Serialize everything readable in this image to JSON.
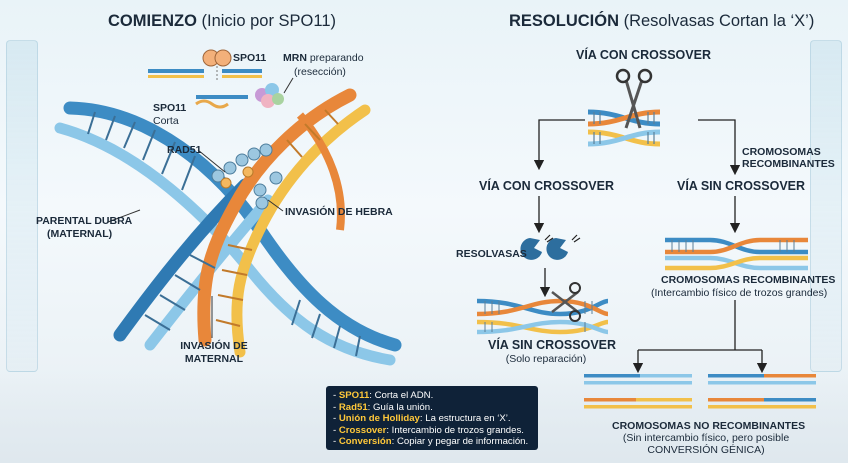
{
  "left_title": {
    "bold": "COMIENZO",
    "rest": " (Inicio por SPO11)"
  },
  "right_title": {
    "bold": "RESOLUCIÓN",
    "rest": " (Resolvasas Cortan la ‘X’)"
  },
  "left_labels": {
    "spo11": "SPO11",
    "mrn": "MRN preparando",
    "mrn_sub": "(resección)",
    "spo11_corta_1": "SPO11",
    "spo11_corta_2": "Corta",
    "rad51": "RAD51",
    "invasion_hebra": "INVASIÓN DE HEBRA",
    "parental_1": "PARENTAL DUBRA",
    "parental_2": "(MATERNAL)",
    "inv_maternal_1": "INVASIÓN DE",
    "inv_maternal_2": "MATERNAL"
  },
  "right_labels": {
    "via_con_top": "VÍA CON CROSSOVER",
    "via_con_left": "VÍA CON CROSSOVER",
    "via_sin_right": "VÍA SIN CROSSOVER",
    "crom_recomb_side_1": "CROMOSOMAS",
    "crom_recomb_side_2": "RECOMBINANTES",
    "resolvasas": "RESOLVASAS",
    "via_sin_bottom": "VÍA SIN CROSSOVER",
    "solo_reparacion": "(Solo reparación)",
    "crom_recomb": "CROMOSOMAS RECOMBINANTES",
    "crom_recomb_sub": "(Intercambio físico de trozos grandes)",
    "crom_no_recomb": "CROMOSOMAS NO RECOMBINANTES",
    "crom_no_recomb_sub1": "(Sin intercambio físico, pero posible",
    "crom_no_recomb_sub2": "CONVERSIÓN GÉNICA)"
  },
  "legend": [
    {
      "key": "SPO11",
      "text": ": Corta el ADN."
    },
    {
      "key": "Rad51",
      "text": ": Guía la unión."
    },
    {
      "key": "Unión de Holliday",
      "text": ": La estructura en ‘X’."
    },
    {
      "key": "Crossover",
      "text": ": Intercambio de trozos grandes."
    },
    {
      "key": "Conversión",
      "text": ": Copiar y pegar de información."
    }
  ],
  "colors": {
    "blue_strand": "#3d8cc4",
    "light_blue": "#8cc7e8",
    "orange_strand": "#e8873a",
    "yellow_strand": "#f2c04a",
    "navy": "#0f2238",
    "legend_key": "#ffc83a"
  }
}
